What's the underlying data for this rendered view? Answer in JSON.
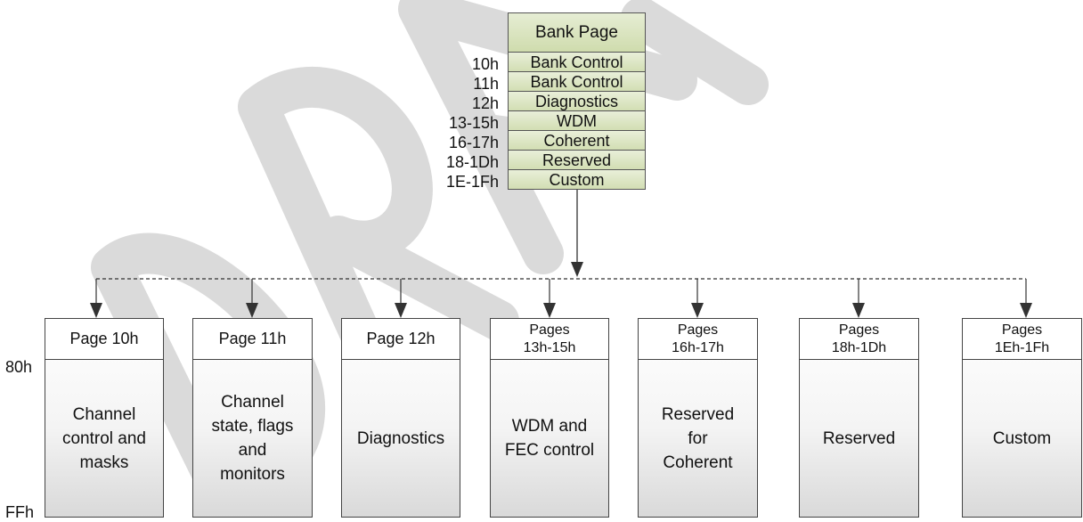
{
  "bank_page": {
    "title": "Bank Page",
    "rows": [
      {
        "offset": "10h",
        "label": "Bank Control"
      },
      {
        "offset": "11h",
        "label": "Bank Control"
      },
      {
        "offset": "12h",
        "label": "Diagnostics"
      },
      {
        "offset": "13-15h",
        "label": "WDM"
      },
      {
        "offset": "16-17h",
        "label": "Coherent"
      },
      {
        "offset": "18-1Dh",
        "label": "Reserved"
      },
      {
        "offset": "1E-1Fh",
        "label": "Custom"
      }
    ]
  },
  "address_labels": {
    "top": "80h",
    "bottom": "FFh"
  },
  "pages": [
    {
      "header": "Page 10h",
      "body": "Channel\ncontrol and\nmasks"
    },
    {
      "header": "Page 11h",
      "body": "Channel\nstate, flags\nand\nmonitors"
    },
    {
      "header": "Page 12h",
      "body": "Diagnostics"
    },
    {
      "header": "Pages\n13h-15h",
      "body": "WDM and\nFEC control"
    },
    {
      "header": "Pages\n16h-17h",
      "body": "Reserved\nfor\nCoherent"
    },
    {
      "header": "Pages\n18h-1Dh",
      "body": "Reserved"
    },
    {
      "header": "Pages\n1Eh-1Fh",
      "body": "Custom"
    }
  ],
  "watermark": {
    "text": "DRAFT",
    "color": "#cfcfcf"
  },
  "colors": {
    "bank_fill": "#d6e2b8",
    "line": "#333333"
  }
}
